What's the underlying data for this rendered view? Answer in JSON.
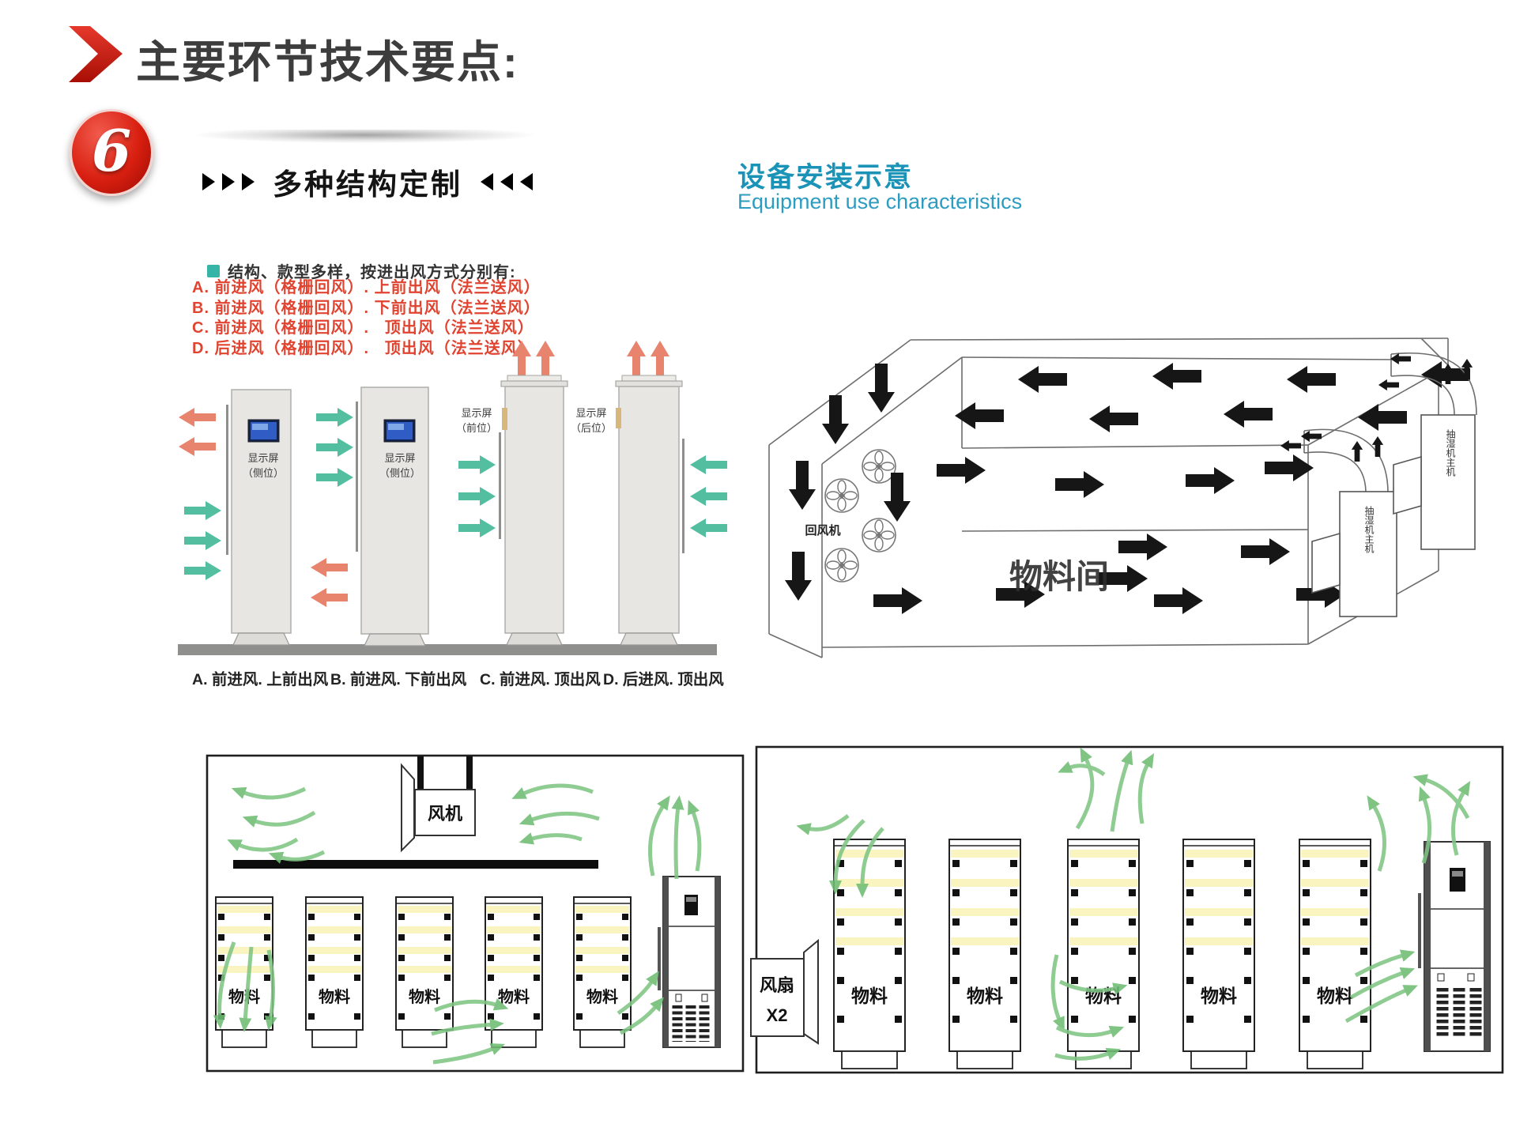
{
  "header": {
    "title": "主要环节技术要点:"
  },
  "section6": {
    "badge": "6",
    "heading": "多种结构定制",
    "intro": "结构、款型多样，按进出风方式分别有:",
    "options": [
      "A. 前进风（格栅回风）. 上前出风（法兰送风）",
      "B. 前进风（格栅回风）. 下前出风（法兰送风）",
      "C. 前进风（格栅回风）.   顶出风（法兰送风）",
      "D. 后进风（格栅回风）.   顶出风（法兰送风）"
    ],
    "display": {
      "screen": "显示屏",
      "side": "（侧位）",
      "front": "（前位）",
      "rear": "（后位）"
    },
    "captions": [
      "A. 前进风. 上前出风",
      "B. 前进风. 下前出风",
      "C. 前进风. 顶出风",
      "D. 后进风. 顶出风"
    ]
  },
  "install": {
    "title_zh": "设备安装示意",
    "title_en": "Equipment use characteristics",
    "labels": {
      "return_fan": "回风机",
      "material_room": "物料间",
      "dehumidifier_unit": "抽湿机主机"
    }
  },
  "room_left": {
    "fan_label": "风机",
    "rack_label": "物料"
  },
  "room_right": {
    "fan_label": "风扇",
    "fan_qty": "X2",
    "rack_label": "物料"
  },
  "colors": {
    "accent_red": "#d2261b",
    "option_red": "#e04430",
    "teal_bullet": "#36b4a8",
    "blue_heading": "#1b93b7",
    "green_flow": "#54bfa0",
    "salmon_flow": "#e8836e",
    "leaf_green": "#7fc584",
    "shelf_yellow": "#f9f4c0",
    "screen_blue": "#2f5cc5"
  }
}
